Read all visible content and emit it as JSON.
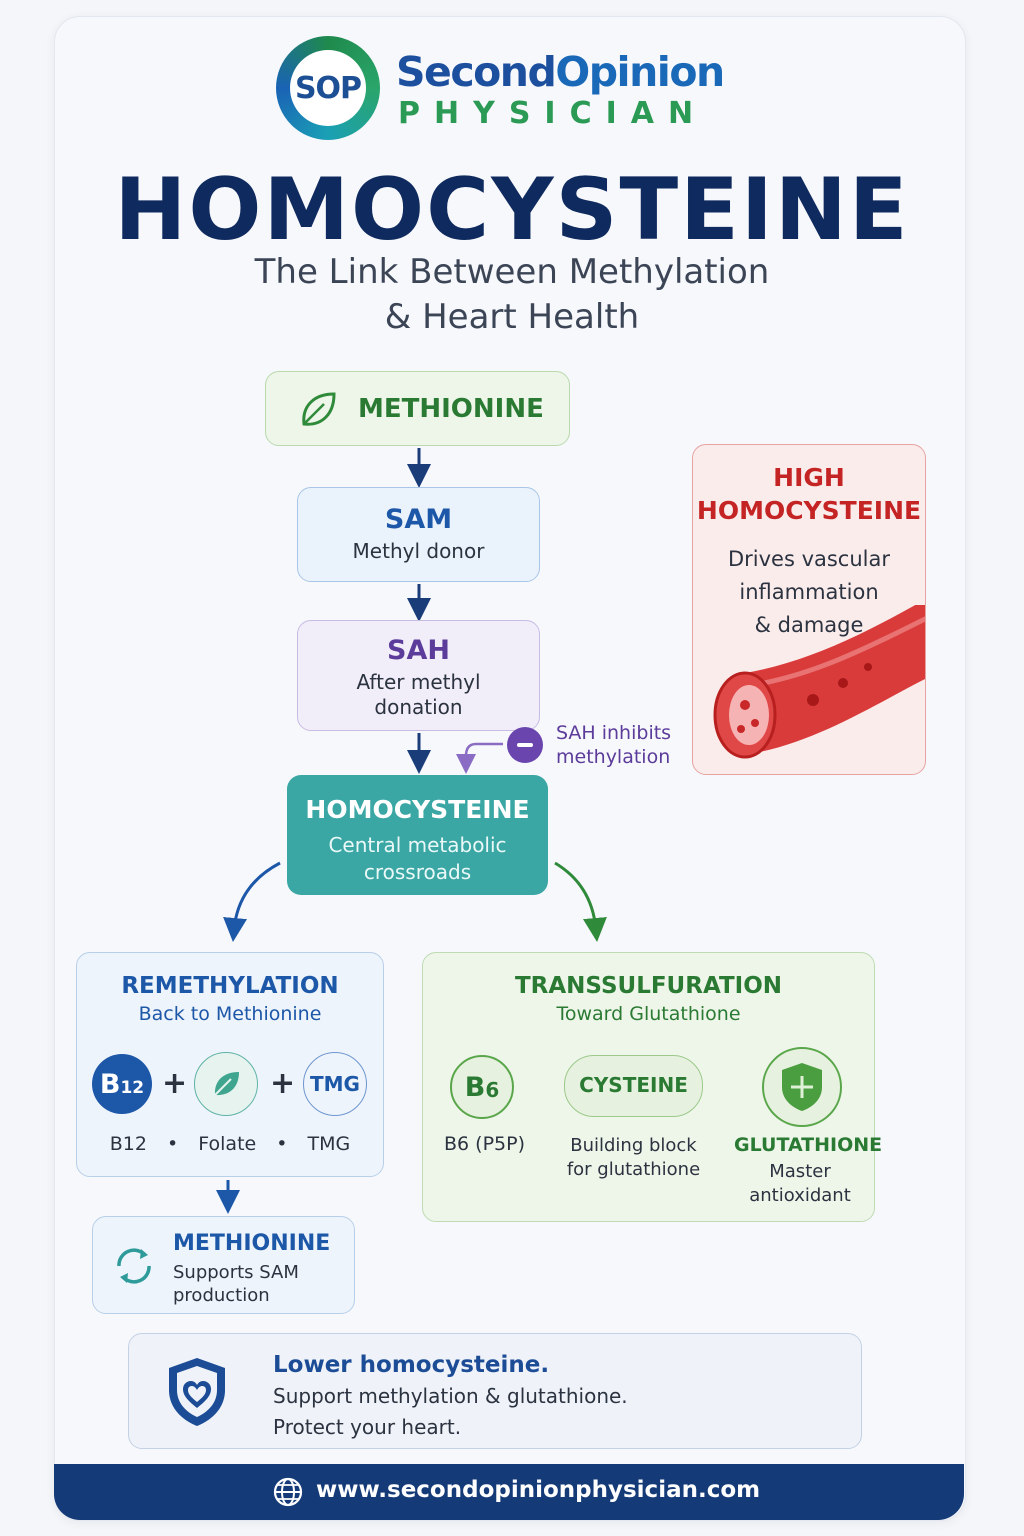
{
  "brand": {
    "logo_text": "SOP",
    "name_part1": "Second",
    "name_part2": "Opinion",
    "tagline": "PHYSICIAN"
  },
  "title": "HOMOCYSTEINE",
  "subtitle_line1": "The Link Between Methylation",
  "subtitle_line2": "& Heart Health",
  "methionine": {
    "label": "METHIONINE"
  },
  "sam": {
    "title": "SAM",
    "desc": "Methyl donor"
  },
  "sah": {
    "title": "SAH",
    "desc_line1": "After methyl",
    "desc_line2": "donation"
  },
  "inhibit": {
    "line1": "SAH inhibits",
    "line2": "methylation"
  },
  "homocysteine": {
    "title": "HOMOCYSTEINE",
    "desc_line1": "Central metabolic",
    "desc_line2": "crossroads"
  },
  "high": {
    "title_line1": "HIGH",
    "title_line2": "HOMOCYSTEINE",
    "desc_line1": "Drives vascular",
    "desc_line2": "inflammation",
    "desc_line3": "& damage"
  },
  "remethylation": {
    "title": "REMETHYLATION",
    "subtitle": "Back to Methionine",
    "b12_main": "B",
    "b12_sub": "12",
    "tmg_label": "TMG",
    "caption_b12": "B12",
    "caption_folate": "Folate",
    "caption_tmg": "TMG"
  },
  "methionine2": {
    "title": "METHIONINE",
    "desc_line1": "Supports SAM",
    "desc_line2": "production"
  },
  "transsulfuration": {
    "title": "TRANSSULFURATION",
    "subtitle": "Toward Glutathione",
    "b6_main": "B",
    "b6_sub": "6",
    "b6_caption": "B6 (P5P)",
    "cysteine_label": "CYSTEINE",
    "cysteine_desc_line1": "Building block",
    "cysteine_desc_line2": "for glutathione",
    "glutathione_title": "GLUTATHIONE",
    "glutathione_desc_line1": "Master",
    "glutathione_desc_line2": "antioxidant"
  },
  "lower": {
    "line1": "Lower homocysteine.",
    "line2": "Support methylation & glutathione.",
    "line3": "Protect your heart."
  },
  "footer": {
    "url": "www.secondopinionphysician.com"
  },
  "colors": {
    "navy": "#0f2a5e",
    "green": "#2a8a3e",
    "blue": "#1d57a8",
    "purple": "#5b3c9a",
    "teal": "#3aa7a5",
    "red": "#c42424"
  }
}
